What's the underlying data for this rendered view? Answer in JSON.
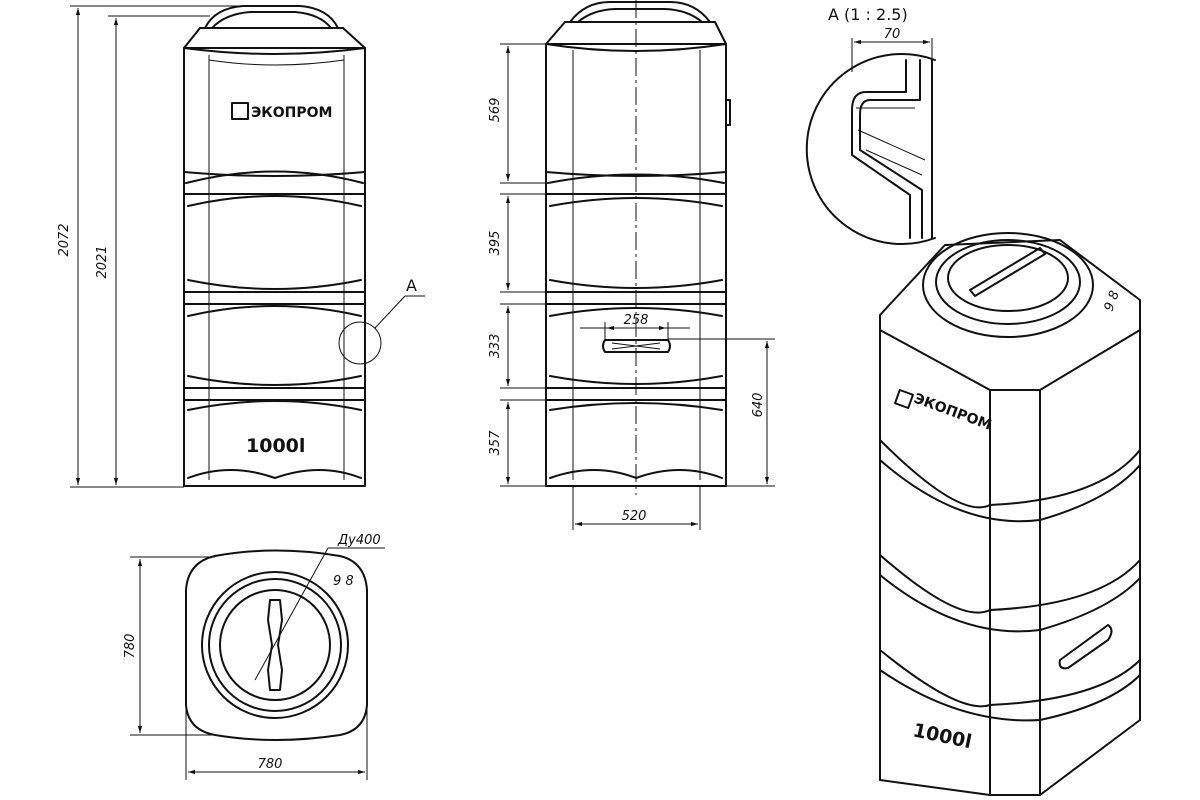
{
  "front_view": {
    "dim_total_height": "2072",
    "dim_body_height": "2021",
    "brand": "ЭКОПРОМ",
    "volume": "1000l",
    "detail_callout": "A"
  },
  "side_view": {
    "dim_section_1": "569",
    "dim_section_2": "395",
    "dim_section_3": "333",
    "dim_section_4": "357",
    "dim_handle_width": "258",
    "dim_handle_height": "640",
    "dim_width": "520"
  },
  "detail_view": {
    "title": "A (1 : 2.5)",
    "dim_wall": "70"
  },
  "top_view": {
    "lid_label": "Ду400",
    "dim_depth": "780",
    "dim_width": "780",
    "mark": "9 8"
  },
  "iso_view": {
    "brand": "ЭКОПРОМ",
    "volume": "1000l",
    "mark": "9 8"
  }
}
